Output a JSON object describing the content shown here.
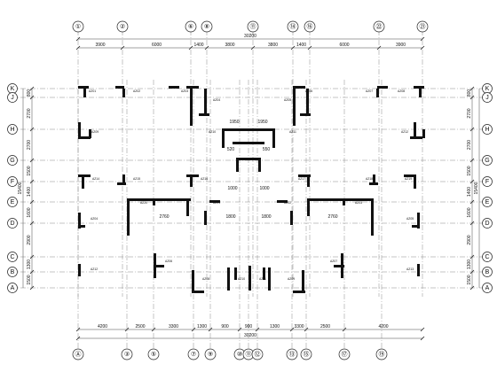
{
  "top_axes": [
    {
      "label": "①",
      "pos": 88
    },
    {
      "label": "②",
      "pos": 138
    },
    {
      "label": "⑥",
      "pos": 215
    },
    {
      "label": "⑧",
      "pos": 233
    },
    {
      "label": "⑪",
      "pos": 285
    },
    {
      "label": "⑭",
      "pos": 330
    },
    {
      "label": "⑯",
      "pos": 349
    },
    {
      "label": "㉒",
      "pos": 427
    },
    {
      "label": "㉑",
      "pos": 476
    }
  ],
  "bottom_axes": [
    {
      "label": "Ⓐ",
      "pos": 88
    },
    {
      "label": "③",
      "pos": 143
    },
    {
      "label": "⑤",
      "pos": 173
    },
    {
      "label": "⑦",
      "pos": 218
    },
    {
      "label": "⑨",
      "pos": 237
    },
    {
      "label": "⑩",
      "pos": 270
    },
    {
      "label": "⑪",
      "pos": 280
    },
    {
      "label": "⑫",
      "pos": 290
    },
    {
      "label": "⑬",
      "pos": 329
    },
    {
      "label": "⑮",
      "pos": 345
    },
    {
      "label": "⑰",
      "pos": 388
    },
    {
      "label": "⑲",
      "pos": 430
    }
  ],
  "row_axes": [
    {
      "label": "K",
      "pos": 100
    },
    {
      "label": "J",
      "pos": 110
    },
    {
      "label": "H",
      "pos": 146
    },
    {
      "label": "G",
      "pos": 181
    },
    {
      "label": "F",
      "pos": 205
    },
    {
      "label": "E",
      "pos": 228
    },
    {
      "label": "D",
      "pos": 252
    },
    {
      "label": "C",
      "pos": 290
    },
    {
      "label": "B",
      "pos": 307
    },
    {
      "label": "A",
      "pos": 325
    }
  ],
  "top_dims_row1": [
    "3900",
    "6000",
    "1400",
    "3800",
    "3800",
    "1400",
    "6000",
    "3900"
  ],
  "top_total": "30200",
  "bottom_dims": [
    "4200",
    "2500",
    "3300",
    "1300",
    "900",
    "900",
    "1300",
    "3300",
    "2500",
    "4200"
  ],
  "bottom_total": "30200",
  "left_dims": [
    "800",
    "2700",
    "2700",
    "1500",
    "1400",
    "1600",
    "2900",
    "1300",
    "1500"
  ],
  "left_total": "15400",
  "right_dims": [
    "800",
    "2700",
    "2700",
    "1500",
    "1400",
    "1600",
    "2900",
    "1300",
    "1500"
  ],
  "right_total": "15400",
  "col_tags": [
    "AZ01",
    "AZ02",
    "AZ03",
    "AZ04",
    "AZ05",
    "AZ06",
    "AZ07",
    "AZ08",
    "AZ09",
    "AZ10",
    "AZ11",
    "AZ12",
    "AZ13",
    "AZ14",
    "AZ15",
    "AZ16",
    "AZ17",
    "AZ18",
    "AZ19",
    "AZ20"
  ],
  "inner_dims": [
    "1950",
    "1950",
    "2760",
    "1800",
    "1800",
    "2760",
    "520",
    "550",
    "1000",
    "1000"
  ]
}
